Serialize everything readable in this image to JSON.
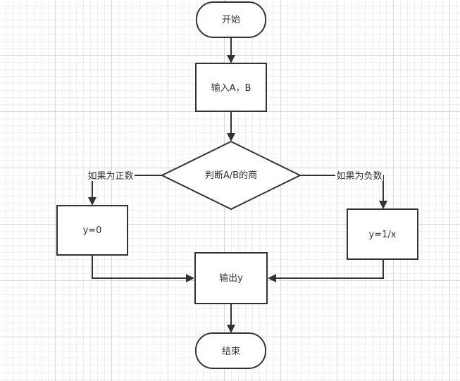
{
  "nodes": {
    "start": "开始",
    "input": "输入A，B",
    "decision": "判断A/B的商",
    "positive_branch": "y=0",
    "negative_branch": "y=1/x",
    "output": "输出y",
    "end": "结束"
  },
  "edge_labels": {
    "positive": "如果为正数",
    "negative": "如果为负数"
  },
  "colors": {
    "stroke": "#333333",
    "fill": "#ffffff",
    "grid_major": "#d6d6d6",
    "grid_minor": "#efefef"
  }
}
